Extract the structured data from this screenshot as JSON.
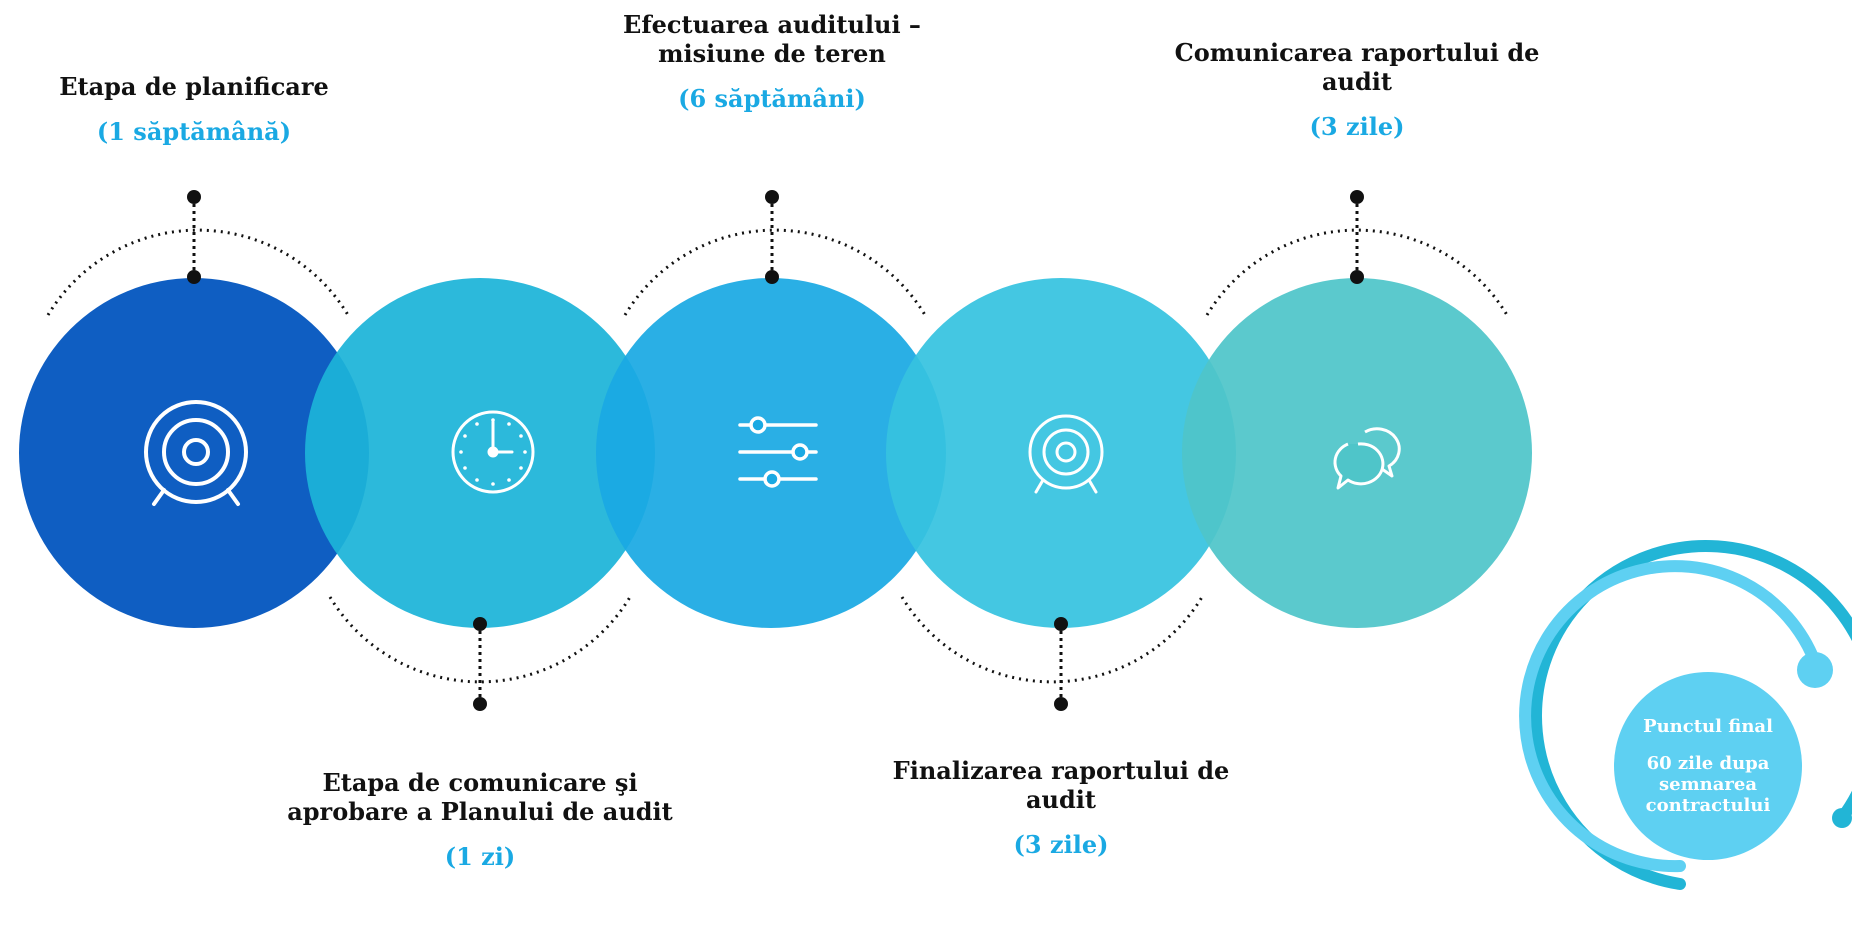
{
  "stages": [
    {
      "title": "Etapa de planificare",
      "duration": "(1 săptămână)",
      "color": "#0f5ec2",
      "icon": "target-icon"
    },
    {
      "title": "Etapa de comunicare şi aprobare a Planului de audit",
      "duration": "(1 zi)",
      "color": "#1cb4d8",
      "icon": "clock-icon"
    },
    {
      "title": "Efectuarea auditului – misiune de teren",
      "duration": "(6 săptămâni)",
      "color": "#1aa9e3",
      "icon": "sliders-icon"
    },
    {
      "title": "Finalizarea raportului de audit",
      "duration": "(3 zile)",
      "color": "#36c3e0",
      "icon": "target-icon"
    },
    {
      "title": "Comunicarea raportului de audit",
      "duration": "(3 zile)",
      "color": "#4fc5c9",
      "icon": "chat-bubbles-icon"
    }
  ],
  "final": {
    "label": "Punctul final",
    "detail": "60 zile dupa semnarea contractului",
    "color": "#5ed0f2",
    "ring_color": "#22b5d6"
  }
}
